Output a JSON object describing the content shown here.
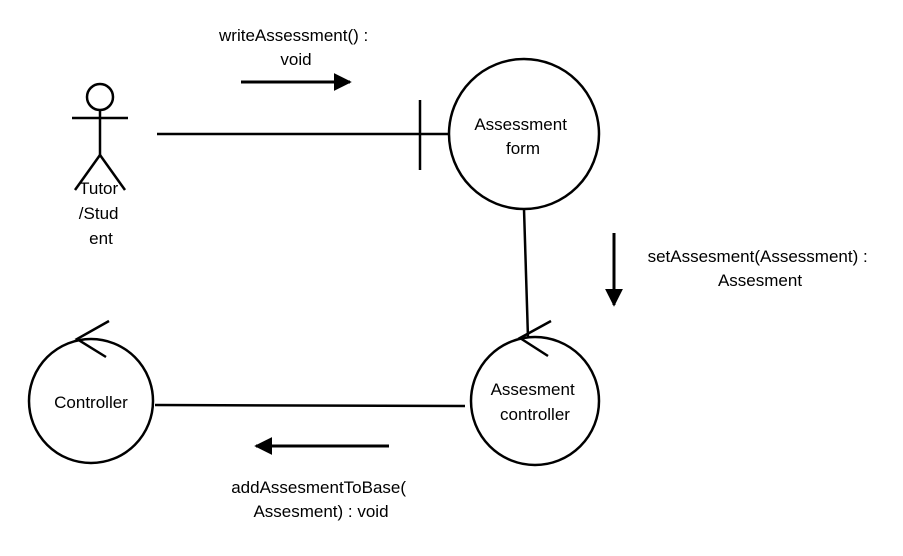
{
  "diagram": {
    "actor": {
      "label_lines": [
        "Tutor",
        "/Stud",
        "ent"
      ]
    },
    "nodes": {
      "assessment_form": {
        "label_lines": [
          "Assessment",
          "form"
        ]
      },
      "assessment_controller": {
        "label_lines": [
          "Assesment",
          "controller"
        ]
      },
      "controller": {
        "label_lines": [
          "Controller"
        ]
      }
    },
    "messages": {
      "write": {
        "lines": [
          "writeAssessment() :",
          "void"
        ]
      },
      "set": {
        "lines": [
          "setAssesment(Assessment) :",
          "Assesment"
        ]
      },
      "add": {
        "lines": [
          "addAssesmentToBase(",
          "Assesment) : void"
        ]
      }
    }
  }
}
